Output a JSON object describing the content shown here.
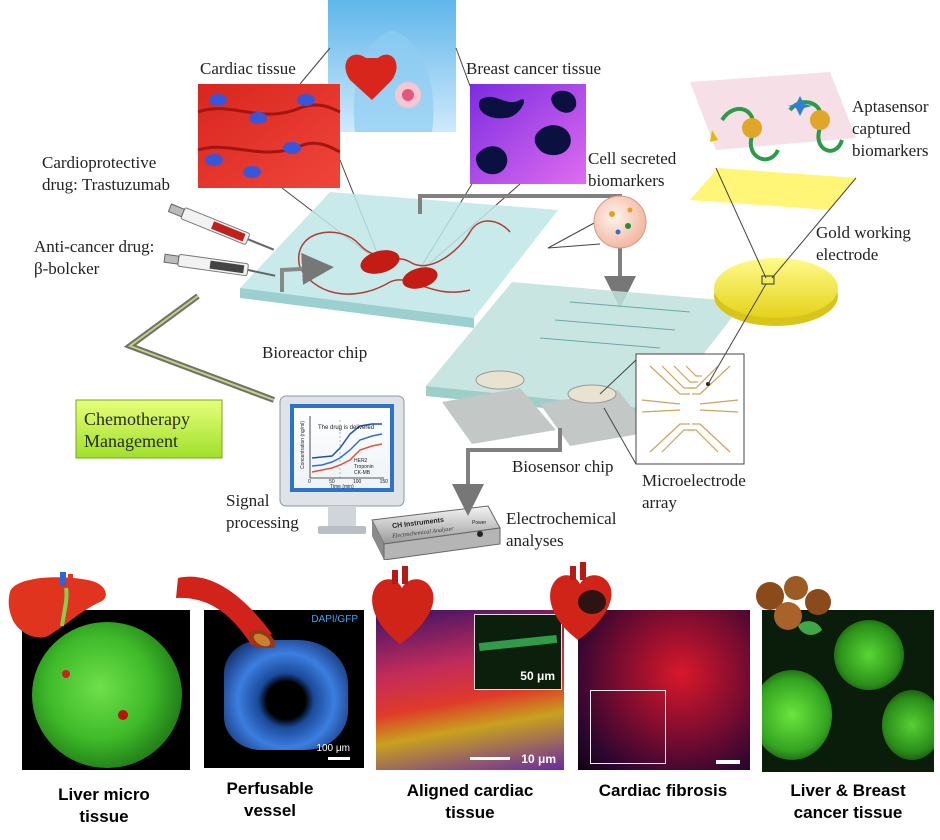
{
  "labels": {
    "cardiac_tissue": "Cardiac tissue",
    "breast_cancer_tissue": "Breast cancer tissue",
    "cardioprotective": [
      "Cardioprotective",
      "drug: Trastuzumab"
    ],
    "anticancer": [
      "Anti-cancer drug:",
      "β-bolcker"
    ],
    "cell_secreted": [
      "Cell secreted",
      "biomarkers"
    ],
    "aptasensor": [
      "Aptasensor",
      "captured",
      "biomarkers"
    ],
    "gold_electrode": [
      "Gold working",
      "electrode"
    ],
    "bioreactor_chip": "Bioreactor chip",
    "chemotherapy": [
      "Chemotherapy",
      "Management"
    ],
    "biosensor_chip": "Biosensor chip",
    "microelectrode": [
      "Microelectrode",
      "array"
    ],
    "signal_processing": [
      "Signal",
      "processing"
    ],
    "electrochemical": [
      "Electrochemical",
      "analyses"
    ]
  },
  "monitor_plot": {
    "ylabel": "Concentration (ng/ml)",
    "xlabel": "Time (min)",
    "annotation": "The drug is delivered",
    "legend": [
      "HER2",
      "Troponin",
      "CK-MB"
    ],
    "xticks": [
      "0",
      "50",
      "100",
      "150"
    ],
    "colors": {
      "HER2": "#1f4fb8",
      "Troponin": "#2e6fd0",
      "CK-MB": "#e2533a"
    }
  },
  "analyzer": {
    "brand": "CH Instruments",
    "model": "Electrochemical Analyzer",
    "power": "Power"
  },
  "micrographs": {
    "vessel_stain": "DAPI/GFP",
    "vessel_scale": "100 μm",
    "cardiac_inset_scale": "50 μm",
    "cardiac_scale": "10 μm"
  },
  "captions": [
    [
      "Liver micro",
      "tissue"
    ],
    [
      "Perfusable",
      "vessel"
    ],
    [
      "Aligned cardiac",
      "tissue"
    ],
    [
      "Cardiac fibrosis",
      ""
    ],
    [
      "Liver & Breast",
      "cancer tissue"
    ]
  ]
}
